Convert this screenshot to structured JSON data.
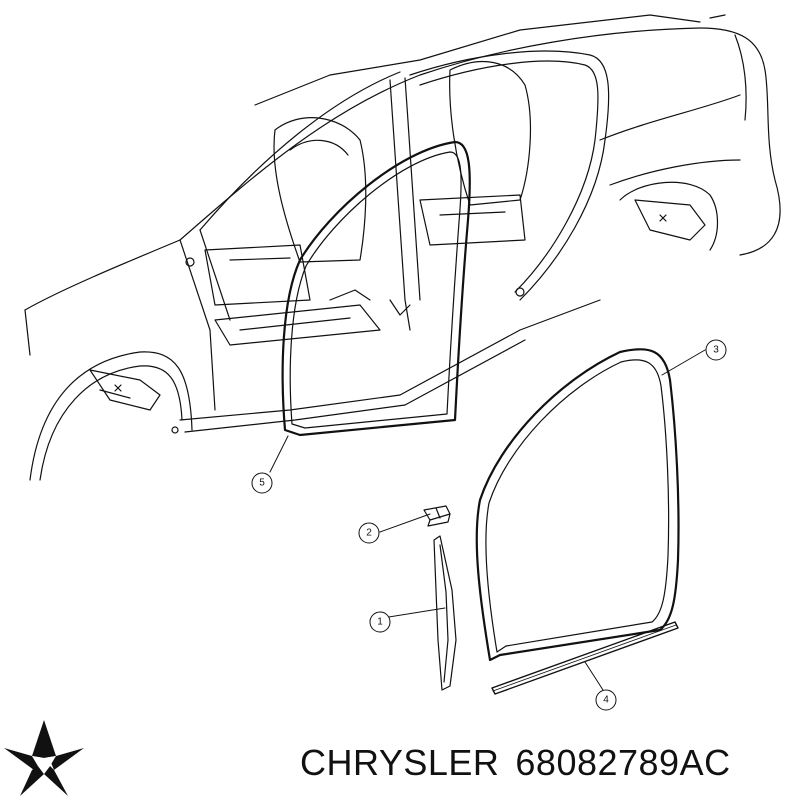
{
  "diagram": {
    "callouts": [
      {
        "id": "callout-1",
        "label": "1"
      },
      {
        "id": "callout-2",
        "label": "2"
      },
      {
        "id": "callout-3",
        "label": "3"
      },
      {
        "id": "callout-4",
        "label": "4"
      },
      {
        "id": "callout-5",
        "label": "5"
      }
    ]
  },
  "caption": {
    "brand": "CHRYSLER",
    "part_number": "68082789AC"
  },
  "colors": {
    "line": "#111111",
    "background": "#ffffff"
  }
}
